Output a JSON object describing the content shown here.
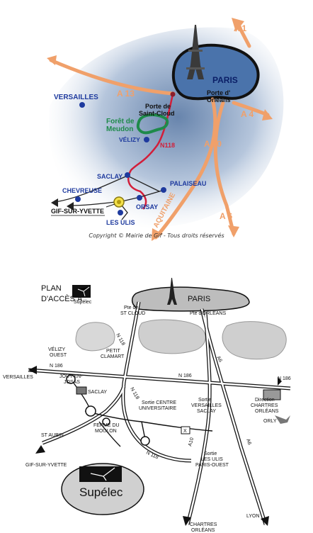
{
  "map1": {
    "title_city": "PARIS",
    "roads": {
      "a1": "A 1",
      "a13": "A 13",
      "a4": "A 4",
      "a6": "A 6",
      "a10": "A 10",
      "aquitaine": "AQUITAINE",
      "n118": "N118"
    },
    "places": {
      "versailles": "VERSAILLES",
      "porte_saint_cloud_1": "Porte de",
      "porte_saint_cloud_2": "Saint-Cloud",
      "porte_orleans_1": "Porte d'",
      "porte_orleans_2": "Orléans",
      "foret_1": "Forêt de",
      "foret_2": "Meudon",
      "velizy": "VÉLIZY",
      "saclay": "SACLAY",
      "palaiseau": "PALAISEAU",
      "chevreuse": "CHEVREUSE",
      "orsay": "ORSAY",
      "gif": "GIF-SUR-YVETTE",
      "les_ulis": "LES ULIS"
    },
    "copyright": "Copyright © Mairie de Gif - Tous droits réservés"
  },
  "map2": {
    "plan_line1": "PLAN",
    "plan_line2": "D'ACCÈS À",
    "brand": "Supélec",
    "paris": "PARIS",
    "labels": {
      "pte_st_cloud_1": "Pte de",
      "pte_st_cloud_2": "ST CLOUD",
      "pte_orleans": "Pte d'ORLÉANS",
      "n118_top": "N 118",
      "a6_top": "A6",
      "velizy_ouest_1": "VÉLIZY",
      "velizy_ouest_2": "OUEST",
      "petit_clamart_1": "PETIT",
      "petit_clamart_2": "CLAMART",
      "n186_left": "N 186",
      "n186_mid": "N 186",
      "n186_right": "N 186",
      "versailles": "VERSAILLES",
      "jouy_1": "JOUY-EN-",
      "jouy_2": "JOSAS",
      "saclay": "SACLAY",
      "n118_mid": "N 118",
      "sortie_cu_1": "Sortie CENTRE",
      "sortie_cu_2": "UNIVERSITAIRE",
      "sortie_vs_1": "Sortie",
      "sortie_vs_2": "VERSAILLES",
      "sortie_vs_3": "SACLAY",
      "direction_1": "Direction",
      "direction_2": "CHARTRES",
      "direction_3": "ORLÉANS",
      "orly": "ORLY",
      "ferme_1": "FERME DU",
      "ferme_2": "MOULON",
      "x_mark": "X",
      "st_aubin": "ST AUBIN",
      "n118_low": "N 118",
      "a10": "A10",
      "a6_low": "A6",
      "sortie_ulis_1": "Sortie",
      "sortie_ulis_2": "LES ULIS",
      "sortie_ulis_3": "PARIS-OUEST",
      "gif": "GIF-SUR-YVETTE",
      "chartres_1": "CHARTRES",
      "chartres_2": "ORLÉANS",
      "lyon": "LYON"
    }
  }
}
